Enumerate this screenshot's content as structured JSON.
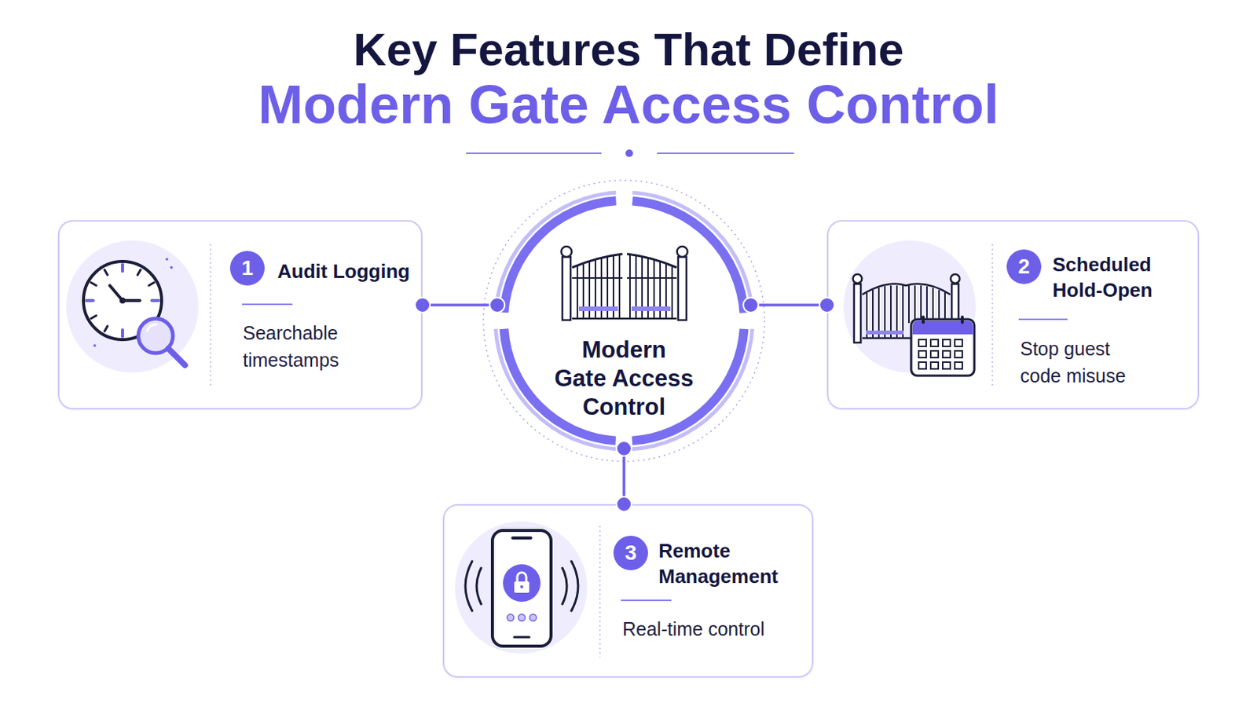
{
  "diagram": {
    "title": "Key Features That Define",
    "nodes": [
      {
        "text": [
          "1",
          "Audit Logging",
          "Searchable timestamps"
        ]
      },
      {
        "text": [
          "Modern Gate Access Control"
        ]
      },
      {
        "text": [
          "2",
          "Scheduled Hold-Open",
          "Stop guest code misuse"
        ]
      },
      {
        "text": [
          "3",
          "Remote Management",
          "Real-time control"
        ]
      }
    ],
    "edges": [
      {
        "from": 1,
        "to": 0,
        "arrow": "none"
      },
      {
        "from": 1,
        "to": 2,
        "arrow": "none"
      },
      {
        "from": 1,
        "to": 3,
        "arrow": "none"
      }
    ],
    "labels": [
      "Modern Gate Access Control"
    ]
  }
}
